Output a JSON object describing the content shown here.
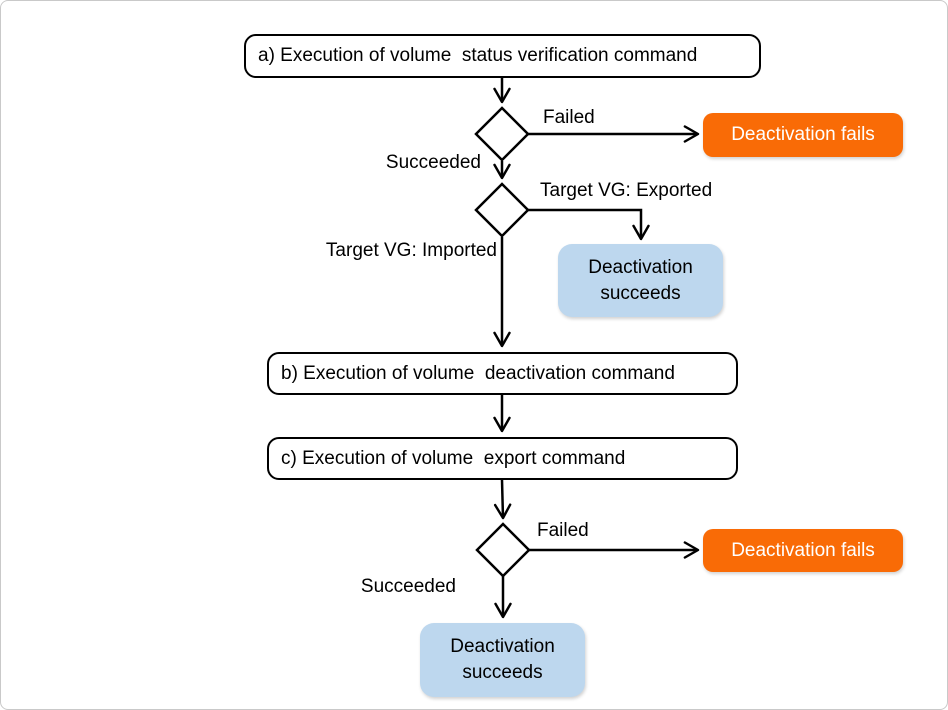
{
  "diagram": {
    "nodes": {
      "step_a": {
        "type": "process",
        "label": "a) Execution of volume  status verification command"
      },
      "decision_1": {
        "type": "decision"
      },
      "fail_1": {
        "type": "terminal-fail",
        "label": "Deactivation fails"
      },
      "decision_2": {
        "type": "decision"
      },
      "success_1": {
        "type": "terminal-success",
        "label": "Deactivation succeeds"
      },
      "step_b": {
        "type": "process",
        "label": "b) Execution of volume  deactivation command"
      },
      "step_c": {
        "type": "process",
        "label": "c) Execution of volume  export command"
      },
      "decision_3": {
        "type": "decision"
      },
      "fail_2": {
        "type": "terminal-fail",
        "label": "Deactivation fails"
      },
      "success_2": {
        "type": "terminal-success",
        "label": "Deactivation succeeds"
      }
    },
    "edges": [
      {
        "from": "step_a",
        "to": "decision_1",
        "label": ""
      },
      {
        "from": "decision_1",
        "to": "fail_1",
        "label": "Failed"
      },
      {
        "from": "decision_1",
        "to": "decision_2",
        "label": "Succeeded"
      },
      {
        "from": "decision_2",
        "to": "success_1",
        "label": "Target VG: Exported"
      },
      {
        "from": "decision_2",
        "to": "step_b",
        "label": "Target VG: Imported"
      },
      {
        "from": "step_b",
        "to": "step_c",
        "label": ""
      },
      {
        "from": "step_c",
        "to": "decision_3",
        "label": ""
      },
      {
        "from": "decision_3",
        "to": "fail_2",
        "label": "Failed"
      },
      {
        "from": "decision_3",
        "to": "success_2",
        "label": "Succeeded"
      }
    ],
    "colors": {
      "fail_bg": "#F96B06",
      "fail_text": "#FFFFFF",
      "success_bg": "#BDD7EE",
      "success_text": "#000000",
      "process_border": "#000000",
      "connector": "#000000",
      "canvas_border": "#C9C9C9"
    }
  }
}
